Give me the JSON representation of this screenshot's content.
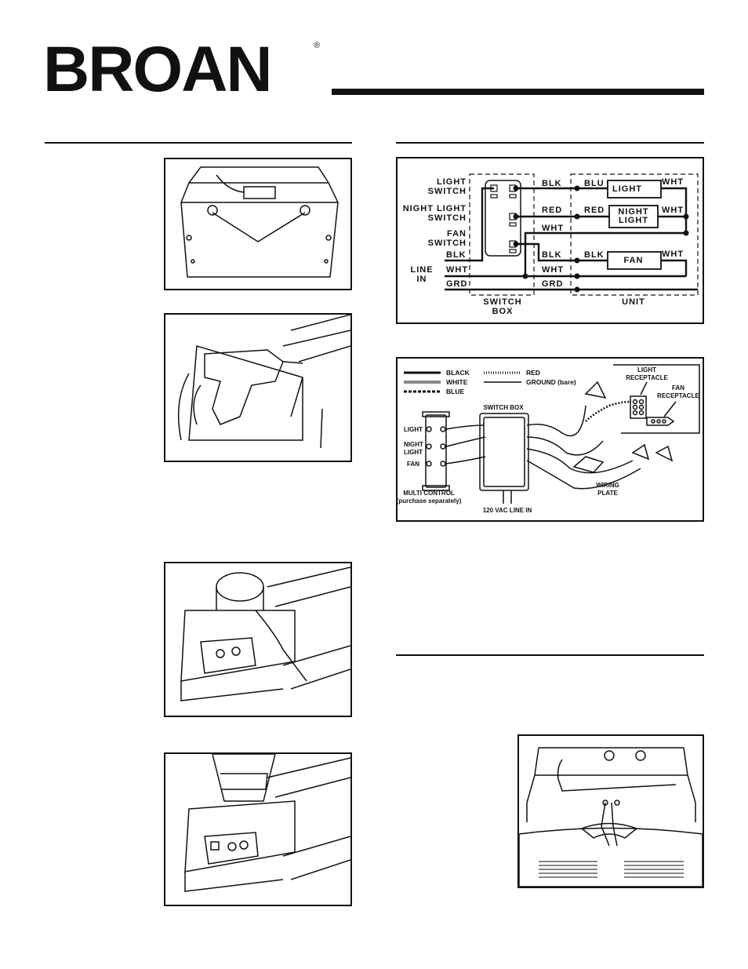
{
  "brand": {
    "name": "BROAN",
    "registered_mark": "®"
  },
  "schematic": {
    "left_labels": {
      "light_switch_1": "LIGHT",
      "light_switch_2": "SWITCH",
      "night_switch_1": "NIGHT LIGHT",
      "night_switch_2": "SWITCH",
      "fan_switch_1": "FAN",
      "fan_switch_2": "SWITCH",
      "line_in_1": "LINE",
      "line_in_2": "IN"
    },
    "wire_labels": {
      "blk_left": "BLK",
      "wht_left": "WHT",
      "grd_left": "GRD",
      "blk_top": "BLK",
      "red_mid": "RED",
      "wht_mid": "WHT",
      "blk_fan": "BLK",
      "wht_line": "WHT",
      "grd_right": "GRD",
      "blu_unit": "BLU",
      "red_unit": "RED",
      "blk_unit": "BLK",
      "wht_light": "WHT",
      "wht_night": "WHT",
      "wht_fan": "WHT"
    },
    "components": {
      "light": "LIGHT",
      "night_1": "NIGHT",
      "night_2": "LIGHT",
      "fan": "FAN"
    },
    "boxes": {
      "switch_1": "SWITCH",
      "switch_2": "BOX",
      "unit": "UNIT"
    }
  },
  "pictorial": {
    "legend": {
      "black": "BLACK",
      "white": "WHITE",
      "blue": "BLUE",
      "red": "RED",
      "ground": "GROUND (bare)"
    },
    "labels": {
      "switch_box": "SWITCH BOX",
      "light": "LIGHT",
      "night_1": "NIGHT",
      "night_2": "LIGHT",
      "fan": "FAN",
      "multi_1": "MULTI CONTROL",
      "multi_2": "(purchase separately)",
      "line_in": "120 VAC LINE IN",
      "light_rec_1": "LIGHT",
      "light_rec_2": "RECEPTACLE",
      "fan_rec_1": "FAN",
      "fan_rec_2": "RECEPTACLE",
      "wiring_1": "WIRING",
      "wiring_2": "PLATE"
    }
  }
}
